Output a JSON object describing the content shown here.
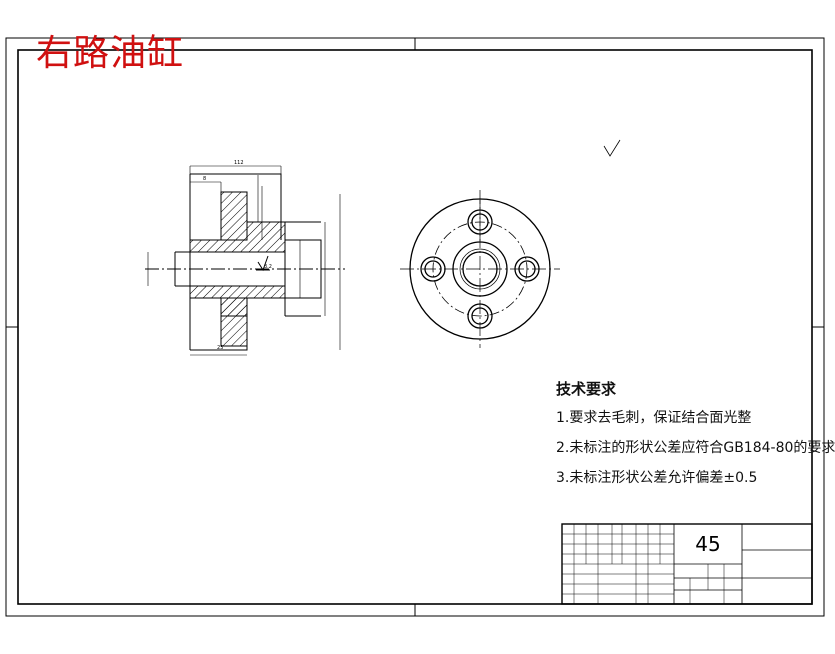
{
  "title": "右路油缸",
  "technical_requirements": {
    "heading": "技术要求",
    "items": [
      "1.要求去毛刺，保证结合面光整",
      "2.未标注的形状公差应符合GB184-80的要求",
      "3.未标注形状公差允许偏差±0.5"
    ]
  },
  "title_block": {
    "material": "45"
  },
  "colors": {
    "title": "#d01010",
    "lines": "#000000",
    "centerline": "#000000"
  }
}
